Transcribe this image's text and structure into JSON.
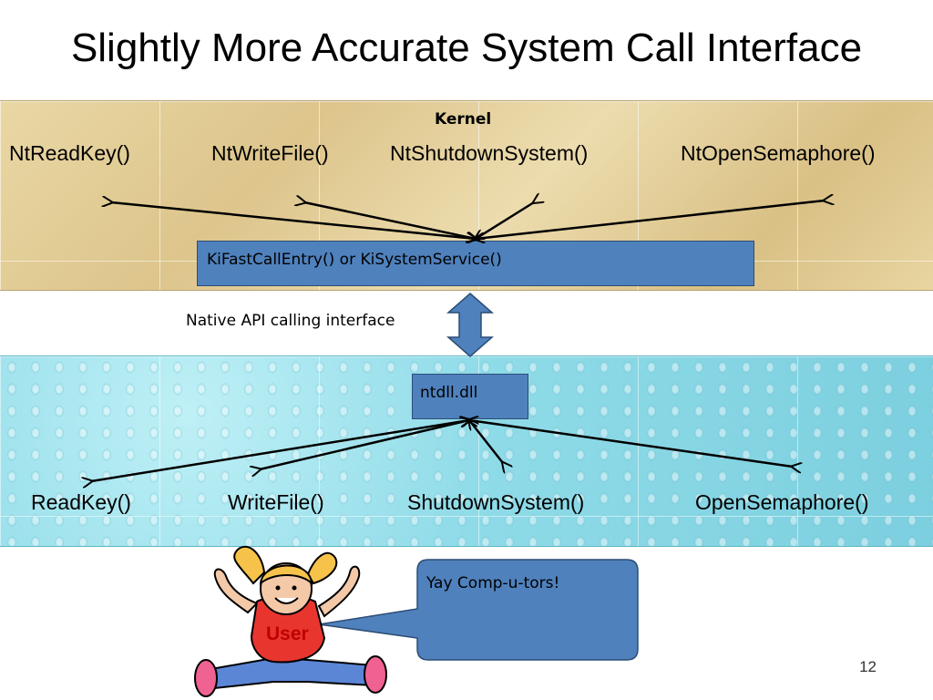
{
  "title": "Slightly More Accurate System Call Interface",
  "kernel": {
    "label": "Kernel",
    "functions": [
      "NtReadKey()",
      "NtWriteFile()",
      "NtShutdownSystem()",
      "NtOpenSemaphore()"
    ],
    "dispatcher": "KiFastCallEntry() or KiSystemService()"
  },
  "interface_label": "Native API calling interface",
  "user": {
    "dll": "ntdll.dll",
    "functions": [
      "ReadKey()",
      "WriteFile()",
      "ShutdownSystem()",
      "OpenSemaphore()"
    ]
  },
  "user_figure": {
    "label": "User",
    "speech": "Yay Comp-u-tors!"
  },
  "page_number": "12",
  "colors": {
    "box_fill": "#4f81bd",
    "box_border": "#2c4d75",
    "kernel_band": "#e2cd97",
    "user_band": "#8fdbe8",
    "user_label": "#c00000"
  }
}
